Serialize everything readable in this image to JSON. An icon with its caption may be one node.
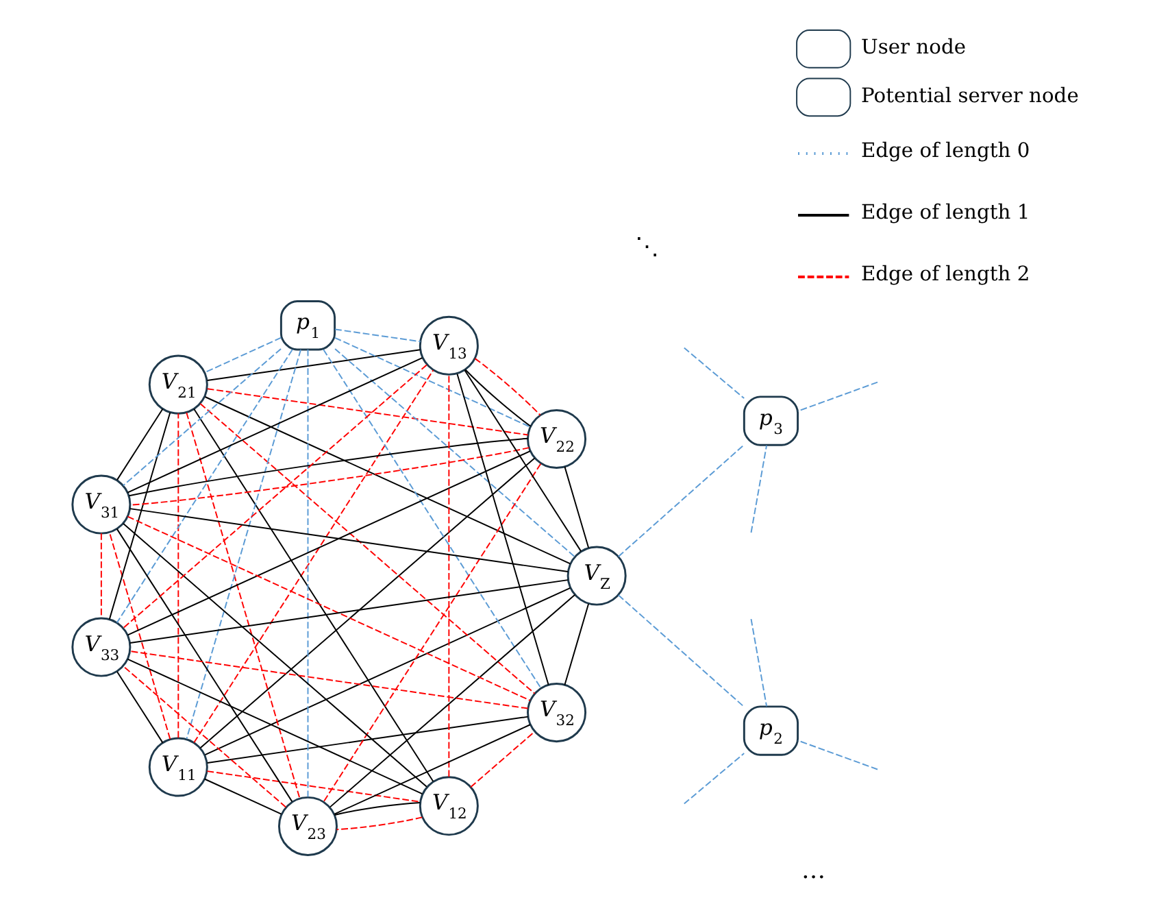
{
  "diagram": {
    "nodes": [
      {
        "text": [
          "V$_{11}$"
        ]
      },
      {
        "text": [
          "V$_{21}$"
        ]
      },
      {
        "text": [
          "p$_{2}$"
        ]
      },
      {
        "text": [
          "p$_{1}$"
        ]
      },
      {
        "text": [
          "V$_{22}$"
        ]
      },
      {
        "text": [
          "V$_{12}$"
        ]
      },
      {
        "text": [
          "V$_{23}$"
        ]
      },
      {
        "text": [
          "V$_{13}$"
        ]
      },
      {
        "text": [
          "V$_{Z}$"
        ]
      },
      {
        "text": [
          "V$_{31}$"
        ]
      },
      {
        "text": [
          "V$_{32}$"
        ]
      },
      {
        "text": [
          "V$_{33}$"
        ]
      },
      {
        "text": [
          "p$_{3}$"
        ]
      }
    ],
    "edges": [
      {
        "from": 3,
        "to": 0,
        "arrow": "none",
        "style": "dashed",
        "color": "#5b9bd5"
      },
      {
        "from": 3,
        "to": 1,
        "arrow": "none",
        "style": "dashed",
        "color": "#5b9bd5"
      },
      {
        "from": 3,
        "to": 4,
        "arrow": "none",
        "style": "dashed",
        "color": "#5b9bd5"
      },
      {
        "from": 3,
        "to": 6,
        "arrow": "none",
        "style": "dashed",
        "color": "#5b9bd5"
      },
      {
        "from": 3,
        "to": 8,
        "arrow": "none",
        "style": "dashed",
        "color": "#5b9bd5"
      },
      {
        "from": 3,
        "to": 7,
        "arrow": "none",
        "style": "dashed",
        "color": "#5b9bd5"
      },
      {
        "from": 3,
        "to": 9,
        "arrow": "none",
        "style": "dashed",
        "color": "#5b9bd5"
      },
      {
        "from": 3,
        "to": 10,
        "arrow": "none",
        "style": "dashed",
        "color": "#5b9bd5"
      },
      {
        "from": 3,
        "to": 11,
        "arrow": "none",
        "style": "dashed",
        "color": "#5b9bd5"
      },
      {
        "from": 8,
        "to": 2,
        "arrow": "none",
        "style": "dashed",
        "color": "#5b9bd5"
      },
      {
        "from": 8,
        "to": 12,
        "arrow": "none",
        "style": "dashed",
        "color": "#5b9bd5"
      },
      {
        "from": null,
        "to": 2,
        "arrow": "none",
        "style": "dashed",
        "color": "#5b9bd5"
      },
      {
        "from": null,
        "to": 2,
        "arrow": "none",
        "style": "dashed",
        "color": "#5b9bd5"
      },
      {
        "from": null,
        "to": 2,
        "arrow": "none",
        "style": "dashed",
        "color": "#5b9bd5"
      },
      {
        "from": null,
        "to": 12,
        "arrow": "none",
        "style": "dashed",
        "color": "#5b9bd5"
      },
      {
        "from": null,
        "to": 12,
        "arrow": "none",
        "style": "dashed",
        "color": "#5b9bd5"
      },
      {
        "from": null,
        "to": 12,
        "arrow": "none",
        "style": "dashed",
        "color": "#5b9bd5"
      },
      {
        "from": 0,
        "to": 1,
        "arrow": "none",
        "style": "dashed",
        "color": "#ff0000"
      },
      {
        "from": 0,
        "to": 5,
        "arrow": "none",
        "style": "dashed",
        "color": "#ff0000"
      },
      {
        "from": 0,
        "to": 7,
        "arrow": "none",
        "style": "dashed",
        "color": "#ff0000"
      },
      {
        "from": 0,
        "to": 9,
        "arrow": "none",
        "style": "dashed",
        "color": "#ff0000"
      },
      {
        "from": 1,
        "to": 4,
        "arrow": "none",
        "style": "dashed",
        "color": "#ff0000"
      },
      {
        "from": 1,
        "to": 6,
        "arrow": "none",
        "style": "dashed",
        "color": "#ff0000"
      },
      {
        "from": 4,
        "to": 6,
        "arrow": "none",
        "style": "dashed",
        "color": "#ff0000"
      },
      {
        "from": 5,
        "to": 6,
        "arrow": "none",
        "style": "dashed",
        "color": "#ff0000"
      },
      {
        "from": 5,
        "to": 7,
        "arrow": "none",
        "style": "dashed",
        "color": "#ff0000"
      },
      {
        "from": 7,
        "to": 4,
        "arrow": "none",
        "style": "dashed",
        "color": "#ff0000"
      },
      {
        "from": 7,
        "to": 11,
        "arrow": "none",
        "style": "dashed",
        "color": "#ff0000"
      },
      {
        "from": 9,
        "to": 10,
        "arrow": "none",
        "style": "dashed",
        "color": "#ff0000"
      },
      {
        "from": 9,
        "to": 11,
        "arrow": "none",
        "style": "dashed",
        "color": "#ff0000"
      },
      {
        "from": 10,
        "to": 11,
        "arrow": "none",
        "style": "dashed",
        "color": "#ff0000"
      },
      {
        "from": 1,
        "to": 10,
        "arrow": "none",
        "style": "dashed",
        "color": "#ff0000"
      },
      {
        "from": 4,
        "to": 9,
        "arrow": "none",
        "style": "dashed",
        "color": "#ff0000"
      },
      {
        "from": 6,
        "to": 11,
        "arrow": "none",
        "style": "dashed",
        "color": "#ff0000"
      },
      {
        "from": 5,
        "to": 10,
        "arrow": "none",
        "style": "dashed",
        "color": "#ff0000"
      },
      {
        "from": 0,
        "to": 4,
        "arrow": "none"
      },
      {
        "from": 0,
        "to": 6,
        "arrow": "none"
      },
      {
        "from": 0,
        "to": 8,
        "arrow": "none"
      },
      {
        "from": 0,
        "to": 10,
        "arrow": "none"
      },
      {
        "from": 0,
        "to": 11,
        "arrow": "none"
      },
      {
        "from": 1,
        "to": 5,
        "arrow": "none"
      },
      {
        "from": 1,
        "to": 7,
        "arrow": "none"
      },
      {
        "from": 1,
        "to": 9,
        "arrow": "none"
      },
      {
        "from": 1,
        "to": 11,
        "arrow": "none"
      },
      {
        "from": 1,
        "to": 8,
        "arrow": "none"
      },
      {
        "from": 4,
        "to": 7,
        "arrow": "none"
      },
      {
        "from": 4,
        "to": 9,
        "arrow": "none"
      },
      {
        "from": 4,
        "to": 11,
        "arrow": "none"
      },
      {
        "from": 4,
        "to": 8,
        "arrow": "none"
      },
      {
        "from": 5,
        "to": 6,
        "arrow": "none"
      },
      {
        "from": 5,
        "to": 9,
        "arrow": "none"
      },
      {
        "from": 5,
        "to": 11,
        "arrow": "none"
      },
      {
        "from": 6,
        "to": 9,
        "arrow": "none"
      },
      {
        "from": 6,
        "to": 10,
        "arrow": "none"
      },
      {
        "from": 6,
        "to": 8,
        "arrow": "none"
      },
      {
        "from": 7,
        "to": 8,
        "arrow": "none"
      },
      {
        "from": 7,
        "to": 9,
        "arrow": "none"
      },
      {
        "from": 7,
        "to": 10,
        "arrow": "none"
      },
      {
        "from": 9,
        "to": 8,
        "arrow": "none"
      },
      {
        "from": 10,
        "to": 8,
        "arrow": "none"
      },
      {
        "from": 11,
        "to": 8,
        "arrow": "none"
      }
    ],
    "labels": [
      "⋱",
      "…"
    ],
    "legend": [
      {
        "text": "User node"
      },
      {
        "text": "Potential server node"
      },
      {
        "text": "Edge of length 0"
      },
      {
        "text": "Edge of length 1"
      },
      {
        "text": "Edge of length 2"
      }
    ]
  }
}
